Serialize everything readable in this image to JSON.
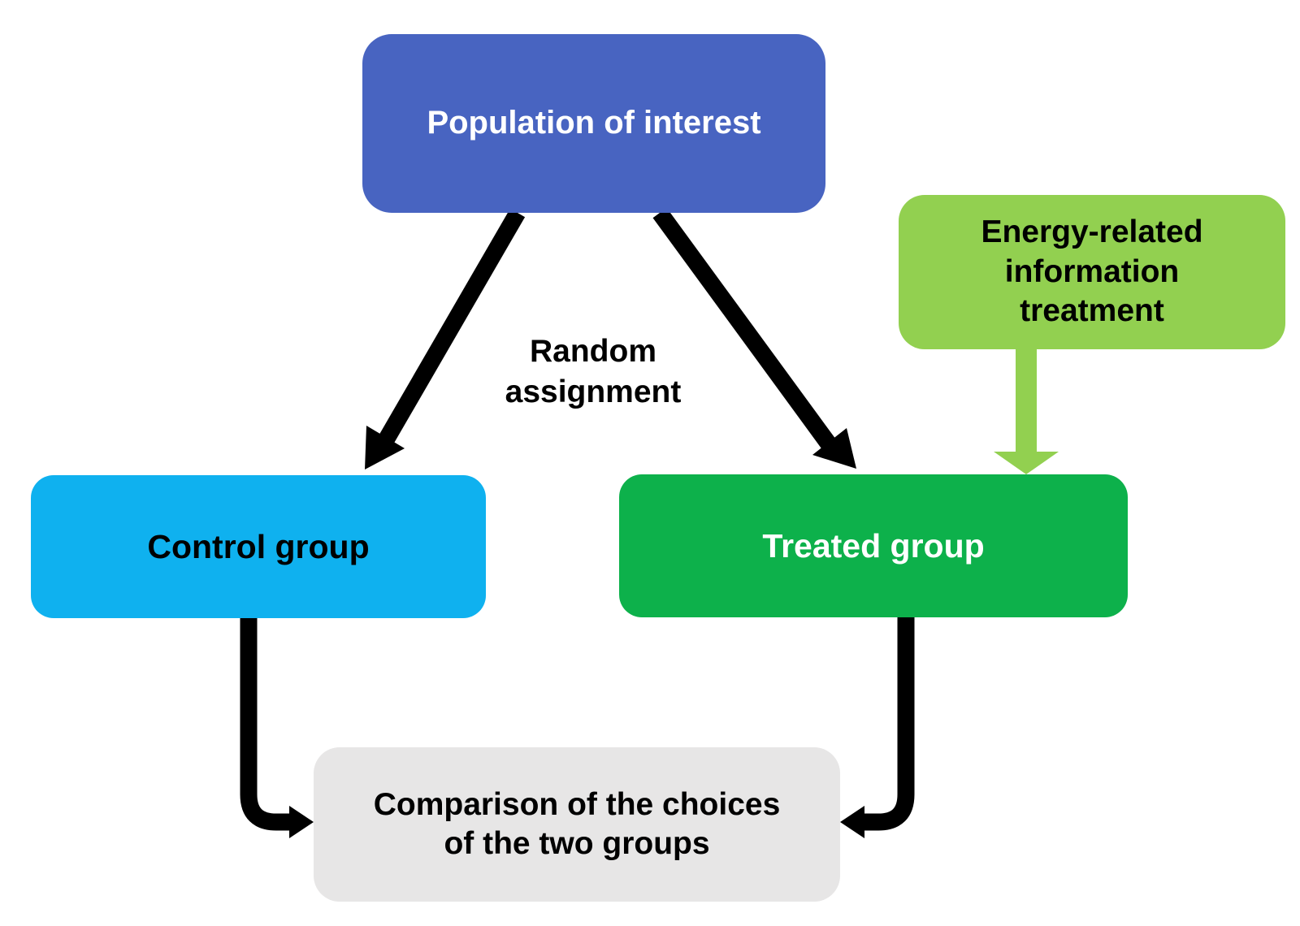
{
  "nodes": {
    "population": {
      "label": "Population of interest"
    },
    "treatment": {
      "label_lines": [
        "Energy-related",
        "information",
        "treatment"
      ]
    },
    "control": {
      "label": "Control group"
    },
    "treated": {
      "label": "Treated group"
    },
    "comparison": {
      "label_lines": [
        "Comparison of the choices",
        "of the two groups"
      ]
    }
  },
  "edge_label": {
    "lines": [
      "Random",
      "assignment"
    ]
  },
  "colors": {
    "population": "#4864c1",
    "treatment": "#92d050",
    "control": "#0fb1ef",
    "treated": "#0db14b",
    "comparison": "#e7e6e6",
    "arrow": "#000000",
    "treatment_arrow": "#92d050"
  }
}
